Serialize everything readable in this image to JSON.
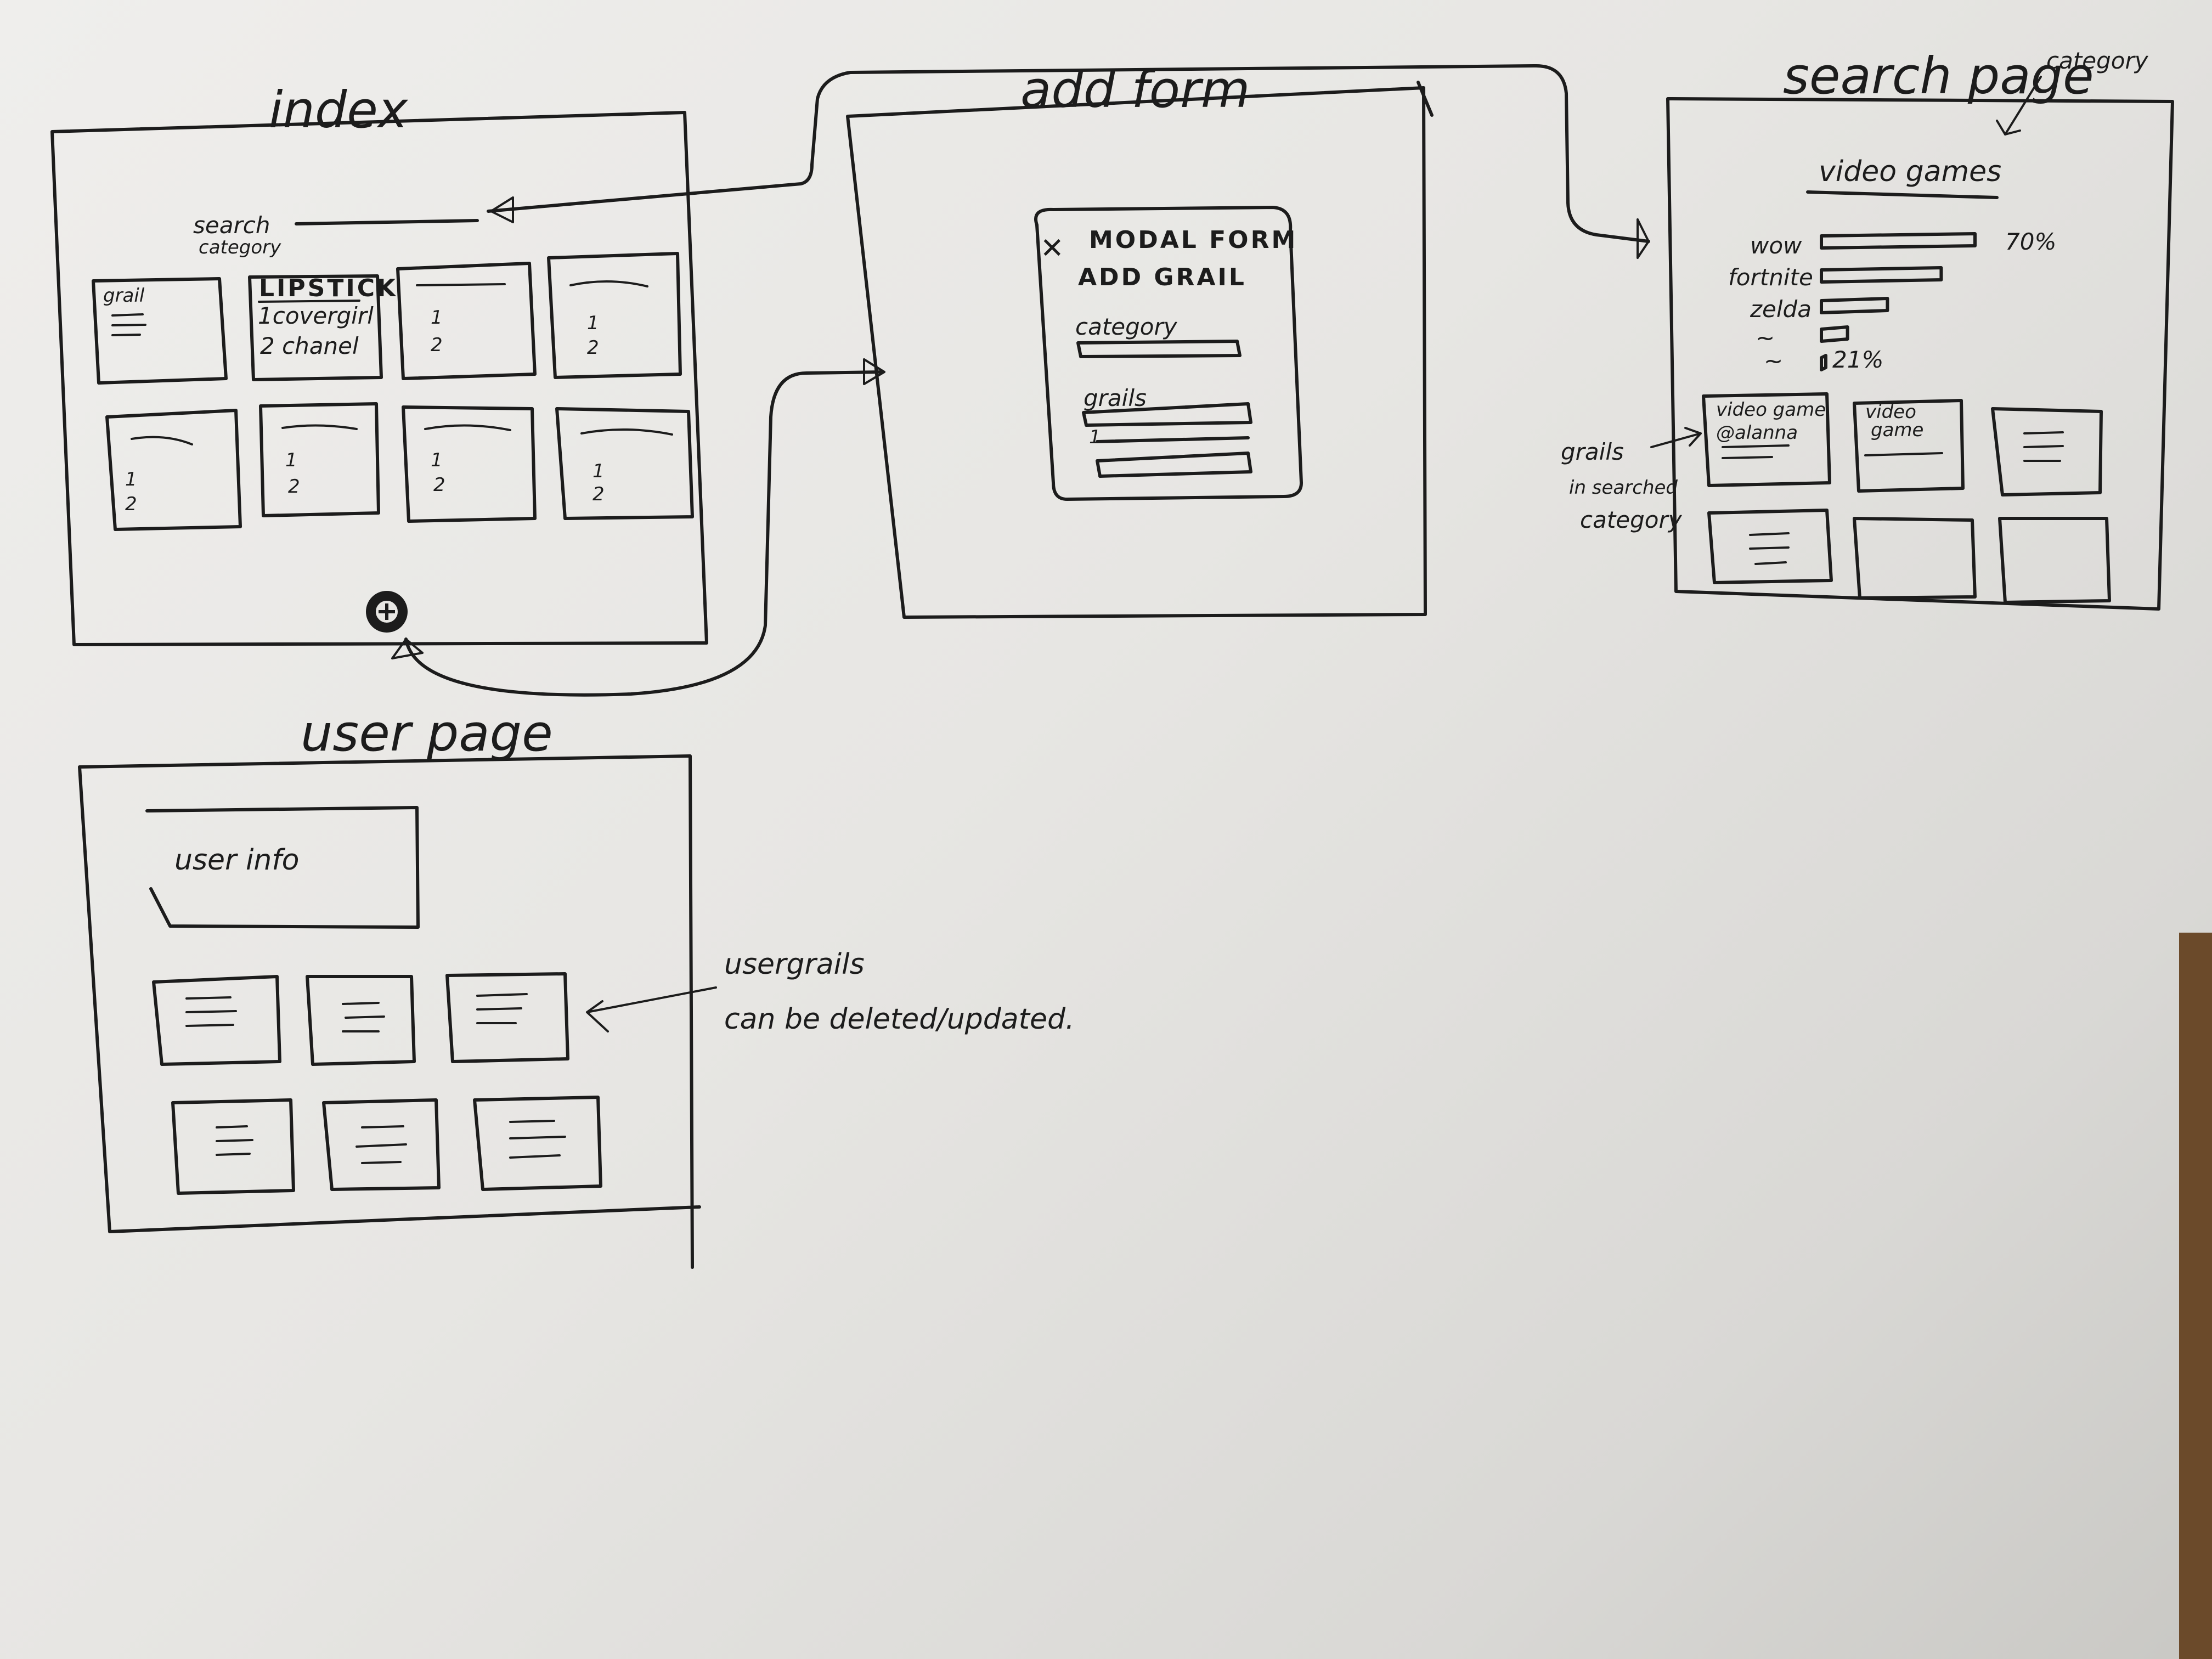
{
  "index": {
    "title": "index",
    "search_label": "search",
    "search_sub": "category",
    "card1_label": "grail",
    "card2_title": "LIPSTICK",
    "card2_line1": "1covergirl",
    "card2_line2": "2 chanel",
    "num_1": "1",
    "num_2": "2"
  },
  "add_form": {
    "title": "add form",
    "close_glyph": "✕",
    "modal_line1": "MODAL FORM",
    "modal_line2": "ADD GRAIL",
    "category_label": "category",
    "grails_label": "grails",
    "grail_item_mark": "1"
  },
  "search_page": {
    "title": "search page",
    "category_note": "category",
    "heading": "video games",
    "bars": [
      {
        "label": "wow",
        "pct": "70%"
      },
      {
        "label": "fortnite",
        "pct": ""
      },
      {
        "label": "zelda",
        "pct": ""
      },
      {
        "label": "~",
        "pct": ""
      },
      {
        "label": "~",
        "pct": "21%"
      }
    ],
    "bar_levels": [
      1.0,
      0.78,
      0.43,
      0.17,
      0.0
    ],
    "result1_line1": "video game",
    "result1_line2": "@alanna",
    "result2_line1": "video",
    "result2_line2": "game",
    "annotation_line1": "grails",
    "annotation_line2": "in searched",
    "annotation_line3": "category"
  },
  "user_page": {
    "title": "user page",
    "user_info": "user info",
    "note_line1": "usergrails",
    "note_line2": "can be deleted/updated."
  }
}
